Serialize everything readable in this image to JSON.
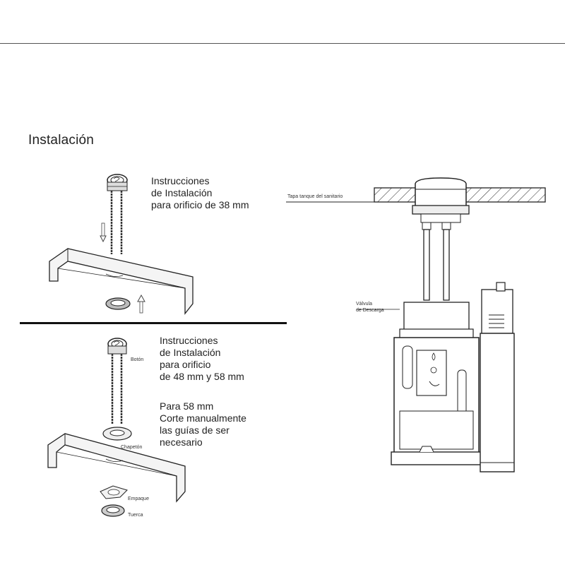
{
  "title": "Instalación",
  "section_38mm": {
    "text": "Instrucciones\nde Instalación\npara orificio de 38 mm"
  },
  "section_48_58mm": {
    "text": "Instrucciones\nde Instalación\npara orificio\nde 48 mm y 58 mm",
    "note": "Para 58 mm\nCorte manualmente\nlas guías de ser\nnecesario"
  },
  "part_labels": {
    "boton": "Botón",
    "chapeton": "Chapetón",
    "empaque": "Empaque",
    "tuerca": "Tuerca"
  },
  "right_labels": {
    "tapa": "Tapa tanque del sanitario",
    "valvula": "Válvula\nde Descarga"
  }
}
